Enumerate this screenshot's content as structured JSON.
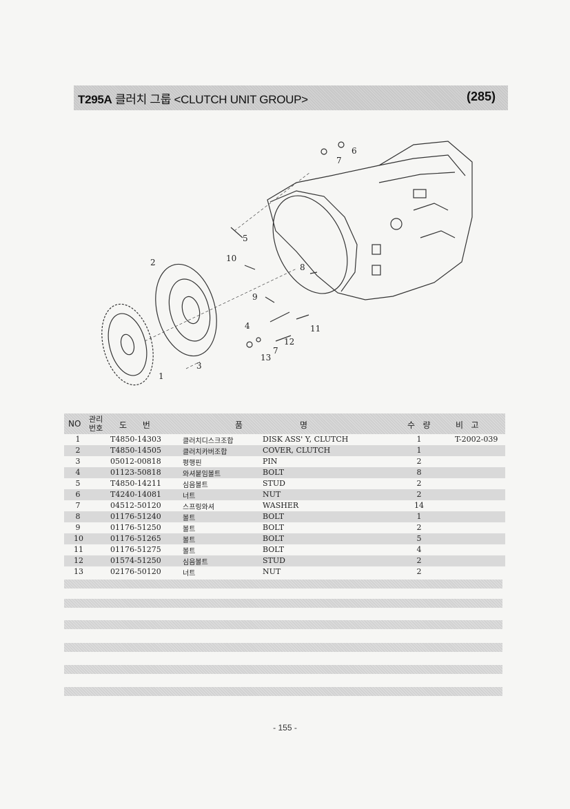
{
  "header": {
    "code": "T295A",
    "title": "클러치 그룹 <CLUTCH UNIT GROUP>",
    "page_ref": "(285)"
  },
  "diagram": {
    "callouts": [
      "1",
      "2",
      "3",
      "4",
      "5",
      "6",
      "7",
      "8",
      "9",
      "10",
      "11",
      "12",
      "13",
      "7"
    ]
  },
  "table": {
    "headers": {
      "no": "NO",
      "mgmt": "관리",
      "num": "번호",
      "drawing": "도      번",
      "part": "품",
      "name": "명",
      "qty": "수   량",
      "remarks": "비   고"
    },
    "rows": [
      {
        "no": "1",
        "part": "T4850-14303",
        "kr": "클러치디스크조합",
        "en": "DISK ASS' Y, CLUTCH",
        "qty": "1",
        "rem": "T-2002-039"
      },
      {
        "no": "2",
        "part": "T4850-14505",
        "kr": "클러치카버조합",
        "en": "COVER, CLUTCH",
        "qty": "1",
        "rem": ""
      },
      {
        "no": "3",
        "part": "05012-00818",
        "kr": "평행핀",
        "en": "PIN",
        "qty": "2",
        "rem": ""
      },
      {
        "no": "4",
        "part": "01123-50818",
        "kr": "와셔붙임볼트",
        "en": "BOLT",
        "qty": "8",
        "rem": ""
      },
      {
        "no": "5",
        "part": "T4850-14211",
        "kr": "심음볼트",
        "en": "STUD",
        "qty": "2",
        "rem": ""
      },
      {
        "no": "6",
        "part": "T4240-14081",
        "kr": "너트",
        "en": "NUT",
        "qty": "2",
        "rem": ""
      },
      {
        "no": "7",
        "part": "04512-50120",
        "kr": "스프링와셔",
        "en": "WASHER",
        "qty": "14",
        "rem": ""
      },
      {
        "no": "8",
        "part": "01176-51240",
        "kr": "볼트",
        "en": "BOLT",
        "qty": "1",
        "rem": ""
      },
      {
        "no": "9",
        "part": "01176-51250",
        "kr": "볼트",
        "en": "BOLT",
        "qty": "2",
        "rem": ""
      },
      {
        "no": "10",
        "part": "01176-51265",
        "kr": "볼트",
        "en": "BOLT",
        "qty": "5",
        "rem": ""
      },
      {
        "no": "11",
        "part": "01176-51275",
        "kr": "볼트",
        "en": "BOLT",
        "qty": "4",
        "rem": ""
      },
      {
        "no": "12",
        "part": "01574-51250",
        "kr": "심음볼트",
        "en": "STUD",
        "qty": "2",
        "rem": ""
      },
      {
        "no": "13",
        "part": "02176-50120",
        "kr": "너트",
        "en": "NUT",
        "qty": "2",
        "rem": ""
      }
    ]
  },
  "footer": {
    "page_number": "- 155 -"
  }
}
